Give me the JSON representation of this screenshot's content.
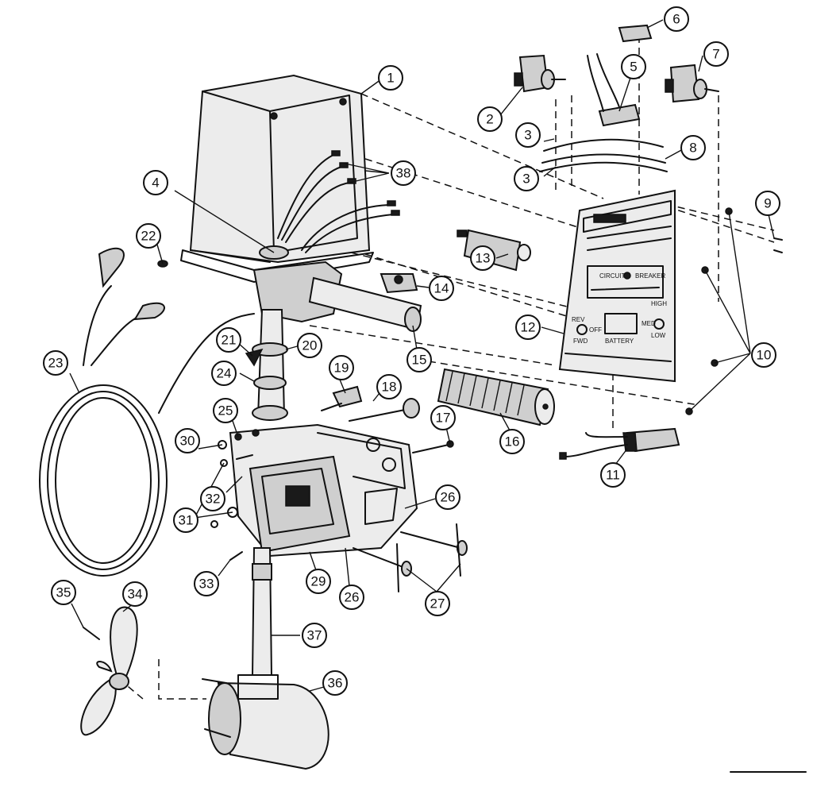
{
  "plate": {
    "circuit": "CIRCUIT",
    "breaker": "BREAKER",
    "rev": "REV",
    "off": "OFF",
    "fwd": "FWD",
    "high": "HIGH",
    "med": "MED",
    "low": "LOW",
    "battery": "BATTERY"
  },
  "callouts": [
    {
      "id": "1"
    },
    {
      "id": "2"
    },
    {
      "id": "3"
    },
    {
      "id": "3"
    },
    {
      "id": "4"
    },
    {
      "id": "5"
    },
    {
      "id": "6"
    },
    {
      "id": "7"
    },
    {
      "id": "8"
    },
    {
      "id": "9"
    },
    {
      "id": "10"
    },
    {
      "id": "11"
    },
    {
      "id": "12"
    },
    {
      "id": "13"
    },
    {
      "id": "14"
    },
    {
      "id": "15"
    },
    {
      "id": "16"
    },
    {
      "id": "17"
    },
    {
      "id": "18"
    },
    {
      "id": "19"
    },
    {
      "id": "20"
    },
    {
      "id": "21"
    },
    {
      "id": "22"
    },
    {
      "id": "23"
    },
    {
      "id": "24"
    },
    {
      "id": "25"
    },
    {
      "id": "26"
    },
    {
      "id": "26"
    },
    {
      "id": "27"
    },
    {
      "id": "29"
    },
    {
      "id": "30"
    },
    {
      "id": "31"
    },
    {
      "id": "32"
    },
    {
      "id": "33"
    },
    {
      "id": "34"
    },
    {
      "id": "35"
    },
    {
      "id": "36"
    },
    {
      "id": "37"
    },
    {
      "id": "38"
    }
  ]
}
